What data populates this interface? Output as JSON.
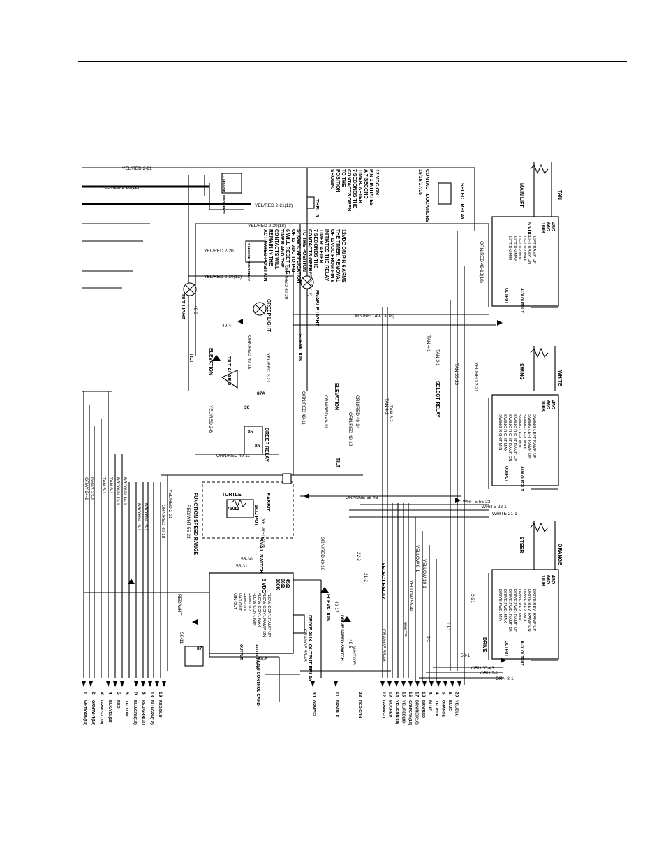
{
  "wires": {
    "yel_red_2_21_top": "YEL/RED 2-21",
    "yel_red_2_20_12": "YEL/RED 2-20(12)",
    "yel_red_2_21_12": "YEL/RED 2-21(12)",
    "yel_red_2_20_18": "YEL/RED 2-20(18)",
    "yel_red_2_20": "YEL/RED 2-20",
    "yel_red_2_20_12b": "YEL/RED 2-20(12)",
    "yel_red_2_21_12b": "YEL/RED 2-21(12)",
    "orn_red_49_20": "ORN/RED 49-20",
    "orn_red_49_13_18": "ORN/RED 49-13(18)",
    "orn_red_49_13_18b": "ORN/RED 49-13(18)",
    "orn_red_49_15": "ORN/RED 49-15",
    "orn_red_49_11": "ORN/RED 49-11",
    "orn_red_49_11b": "ORN/RED 49-11",
    "orn_red_49_11c": "ORN/RED 49-11",
    "orn_red_49_12": "ORN/RED 49-12",
    "orn_red_49_14": "ORN/RED 49-14",
    "orn_red_49_16": "ORN/RED 49-16",
    "orn_red_49_18": "ORN/RED 49-18",
    "yel_red_2_21_mid": "YEL/RED 2-21",
    "yel_red_2_21_b": "YEL/RED 2-21",
    "yel_red_2_21_c": "YEL/RED 2-21",
    "yel_red_2_21_d": "YEL/RED 2-21",
    "yel_red_2_8": "YEL/RED 2-8",
    "tan_4_1": "TAN 4-1",
    "tan_3_1": "TAN 3-1",
    "tan_3_2": "TAN 3-2",
    "tan_4_2": "TAN 4-2",
    "tan_55_13": "TAN 55-13",
    "tan_5_1": "TAN 5-1",
    "tan_6_1": "TAN 6-1",
    "gray_23_1": "GRAY 23-1",
    "gray_24_1": "GRAY 24-1",
    "brown_14_1": "BROWN 14-1",
    "brown_13_1": "BROWN 13-1",
    "brown_15_1": "BROWN 15-1",
    "brown_16_1": "BROWN 16-1",
    "red_wht_55_33": "RED/WHT 55-33",
    "red_wht": "RED/WHT",
    "orange_55_43": "ORANGE 55-43",
    "orange_55_45": "ORANGE 55-45",
    "orange_55_46": "ORANGE 55-46",
    "white_55_23": "WHITE 55-23",
    "white_22_1": "WHITE 22-1",
    "white_21_1": "WHITE 21-1",
    "white": "WHITE",
    "yellow_9_1": "YELLOW 9-1",
    "yellow_10_1": "YELLOW 10-1",
    "yellow_55_44": "YELLOW 55-44",
    "w22_2": "22-2",
    "w21_2": "21-2",
    "w55_30": "55-30",
    "w55_31": "55-31",
    "w50_11": "50-11",
    "w50_8": "50-8",
    "w50_1": "50-1",
    "w49_3": "49-3",
    "w49_4": "49-4",
    "w49_17": "49-17",
    "w49_5": "49-5",
    "w9_1": "9-1",
    "w10_1": "10-1",
    "w2_21": "2-21",
    "orn_55_43": "ORN 55-43",
    "orn_7_1": "ORN 7-1",
    "orn_8_1": "ORN 8-1",
    "wht_yel": "WHT/YEL"
  },
  "components": {
    "timer_relay_1": "7 SECOND TIMER RELAY",
    "timer_relay_2": "7 SECOND TIMER RELAY",
    "thru_5": "THRU 5",
    "tilt_light": "TILT LIGHT",
    "creep_light": "CREEP LIGHT",
    "enable_light": "ENABLE LIGHT",
    "tilt_switch_1": "TILT",
    "elevation_1": "ELEVATION",
    "elevation_2": "ELEVATION",
    "elevation_3": "ELEVATION",
    "elevation_4": "ELEVATION",
    "tilt_alarm": "TILT ALARM",
    "tilt_2": "TILT",
    "creep_relay": "CREEP RELAY",
    "select_relay_1": "SELECT RELAY",
    "select_relay_2": "SELECT RELAY",
    "select_relay_3": "SELECT RELAY",
    "turtle": "TURTLE",
    "rabbit": "RABBIT",
    "function_speed": "FUNCTION SPEED RANGE",
    "pot_750": "750Ω",
    "pot_5k": "5KΩ POT",
    "snail_switch": "SNAIL SWITCH",
    "drive_speed_switch": "DRIVE SPEED SWITCH",
    "drive_aux_relay": "DRIVE AUX. OUTPUT RELAY",
    "flow_control_card": "FLOW CONTROL CARD",
    "main_lift": "MAIN LIFT",
    "swing": "SWING",
    "steer": "STEER",
    "drive": "DRIVE",
    "tan": "TAN",
    "white_lbl": "WHITE",
    "orange_lbl": "ORANGE",
    "relay_85": "85",
    "relay_86": "86",
    "relay_87": "87",
    "relay_87a": "87A",
    "relay_30": "30"
  },
  "notes": {
    "note1": [
      "12 VDC ON",
      "PIN 1 INITIATES",
      "A 7 SECOND",
      "TIMER. AFTER",
      "7 SECONDS THE",
      "CONTACTS OPEN",
      "TO THE",
      "POSITION",
      "SHOWN."
    ],
    "note2": [
      "12VDC ON PIN 6 ARMS",
      "THE TIMER. REMOVAL",
      "OF 12VDC FROM PIN 6",
      "INITIATES THE RELAY",
      "TIMER. AFTER",
      "7 SECONDS THE",
      "CONTACTS OPEN",
      "TO THE POSITION",
      "SHOWN. APPLICATION",
      "OF 12 VDC TO PIN",
      "6 WILL RESET THE",
      "TIMER AND THE",
      "CONTACTS WILL",
      "REMAIN IN THE",
      "ACTIVATED POSITION."
    ],
    "contact_locations": "CONTACT LOCATIONS",
    "contact_numbers": "15/15/17/15",
    "select_relay": "SELECT RELAY"
  },
  "cards": {
    "main_lift": {
      "header": [
        "45Ω",
        "66Ω",
        "100K"
      ],
      "lines": [
        "LIFT RAMP UP",
        "LIFT RAMP DN",
        "LIFT UP MAX",
        "LIFT UP MIN",
        "LIFT DN MAX",
        "LIFT DN MIN"
      ],
      "footer": [
        "AUX OUTPUT",
        "OUTPUT"
      ],
      "vdc": "5 VDC"
    },
    "swing": {
      "header": [
        "45Ω",
        "66Ω",
        "100K"
      ],
      "lines": [
        "SWING LEFT RAMP UP",
        "SWING LEFT RAMP DN",
        "SWING LEFT MAX",
        "SWING LEFT MIN",
        "SWING RIGHT RAMP UP",
        "SWING RIGHT RAMP DN",
        "SWING RIGHT MAX",
        "SWING RIGHT MIN"
      ],
      "footer": [
        "AUX OUTPUT",
        "OUTPUT"
      ]
    },
    "drive": {
      "header": [
        "45Ω",
        "66Ω",
        "100K"
      ],
      "lines": [
        "DRIVE REV. RAMP UP",
        "DRIVE REV. RAMP DN",
        "DRIVE REV. MAX",
        "DRIVE REV. MIN",
        "DRIVE FWD. RAMP UP",
        "DRIVE FWD. RAMP DN",
        "DRIVE FWD. MAX",
        "DRIVE FWD. MIN"
      ],
      "footer": [
        "AUX OUTPUT",
        "OUTPUT"
      ]
    },
    "flow": {
      "header": [
        "45Ω",
        "66Ω",
        "100K"
      ],
      "lines": [
        "FLOW CON'L RAMP UP",
        "FLOW CON'L RAMP DN",
        "FLOW CON'L MAX",
        "FLOW CON'L MIN",
        "RAMP UP",
        "RAMP DN",
        "MAX OUT",
        "MIN OUT"
      ],
      "footer": [
        "AUX OUTPUT",
        "OUTPUT"
      ],
      "vdc": "5 VDC"
    }
  },
  "connector_left": [
    {
      "pin": "1",
      "wire": "WHT/ORN(18)"
    },
    {
      "pin": "2",
      "wire": "GRN/WHT(18)"
    },
    {
      "pin": "X",
      "wire": "GRN/YEL(18)"
    },
    {
      "pin": "4",
      "wire": "BLK/YEL(18)"
    },
    {
      "pin": "5",
      "wire": "RED"
    },
    {
      "pin": "6",
      "wire": "YELLOW"
    },
    {
      "pin": "P",
      "wire": "BLU/GRN(18)"
    },
    {
      "pin": "8",
      "wire": "RED/GRN(18)"
    },
    {
      "pin": "18",
      "wire": "BLU/GRN(18)"
    },
    {
      "pin": "19",
      "wire": "RED/BLU"
    }
  ],
  "connector_right": [
    {
      "pin": "12",
      "wire": "GRN/RED"
    },
    {
      "pin": "13",
      "wire": "BLK/RED"
    },
    {
      "pin": "14",
      "wire": "YEL/GRN(18)"
    },
    {
      "pin": "15",
      "wire": "YEL/RED(18)"
    },
    {
      "pin": "16",
      "wire": "GRN/GRN(18)"
    },
    {
      "pin": "17",
      "wire": "BRN/RED(18)"
    },
    {
      "pin": "18",
      "wire": "BRN/RED"
    },
    {
      "pin": "3",
      "wire": "BLUE"
    },
    {
      "pin": "4",
      "wire": "YEL/BLK"
    },
    {
      "pin": "5",
      "wire": "ORANGE"
    },
    {
      "pin": "6",
      "wire": "BLUE"
    },
    {
      "pin": "20",
      "wire": "YEL/BLU"
    }
  ],
  "connector_mid": [
    {
      "pin": "30",
      "wire": "ORN/YEL"
    },
    {
      "pin": "11",
      "wire": "BRN/BLK"
    },
    {
      "pin": "23",
      "wire": "RED/GRN"
    }
  ]
}
